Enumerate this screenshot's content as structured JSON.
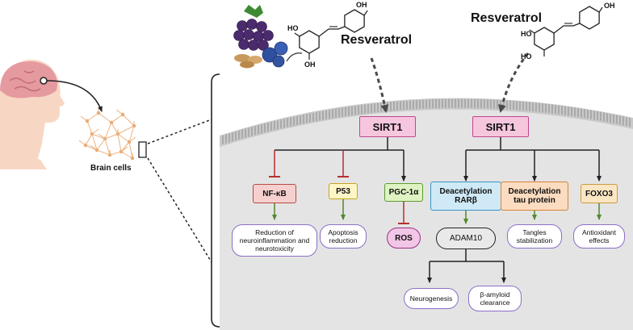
{
  "left": {
    "brain_cells_label": "Brain cells"
  },
  "compound_labels": [
    "Resveratrol",
    "Resveratrol"
  ],
  "structure_atoms": [
    "OH",
    "HO",
    "OH",
    "HO",
    "HO",
    "OH"
  ],
  "sirt_nodes": [
    "SIRT1",
    "SIRT1"
  ],
  "targets": [
    {
      "label": "NF-κB",
      "fill": "#f5d0cf",
      "border": "#b54a45"
    },
    {
      "label": "P53",
      "fill": "#fff6c7",
      "border": "#c9a31d"
    },
    {
      "label": "PGC-1α",
      "fill": "#def2c2",
      "border": "#5f9a33"
    },
    {
      "label": "Deacetylation RARβ",
      "fill": "#cfeaf6",
      "border": "#3a93c2"
    },
    {
      "label": "Deacetylation tau protein",
      "fill": "#fbdcc0",
      "border": "#d78534"
    },
    {
      "label": "FOXO3",
      "fill": "#fbe6c4",
      "border": "#c99a3c"
    }
  ],
  "ros": {
    "label": "ROS",
    "fill": "#f2c6e6",
    "border": "#9c2f86"
  },
  "adam10": {
    "label": "ADAM10"
  },
  "outcomes": [
    "Reduction of neuroinflammation and neurotoxicity",
    "Apoptosis reduction",
    "Tangles stabilization",
    "Antioxidant effects",
    "Neurogenesis",
    "β-amyloid clearance"
  ],
  "colors": {
    "cell_fill": "#e4e4e4",
    "membrane": "#8a8a8a",
    "inhibit_arrow": "#b5302f",
    "activate_arrow": "#4f8a2a",
    "neutral_arrow": "#222222"
  },
  "icons": [
    "human-head-icon",
    "brain-icon",
    "neuron-network-icon",
    "grapes-berries-icon"
  ]
}
